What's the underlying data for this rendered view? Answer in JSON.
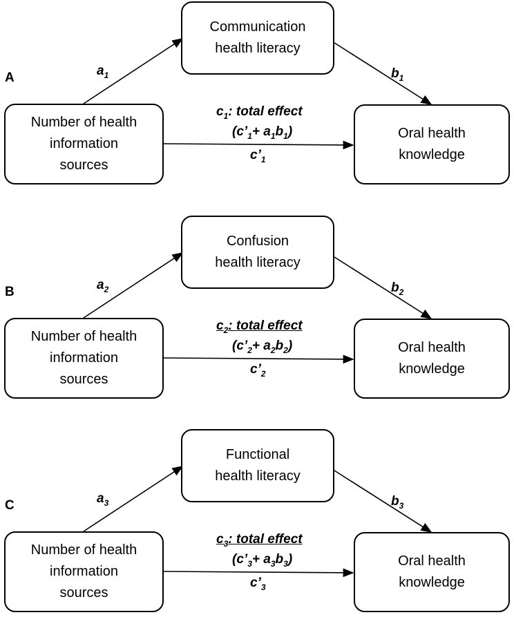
{
  "panels": [
    {
      "letter": "A",
      "mediator": "Communication\nhealth literacy",
      "source": "Number of health\ninformation\nsources",
      "outcome": "Oral health\nknowledge",
      "a_label": "a",
      "a_sub": "1",
      "b_label": "b",
      "b_sub": "1",
      "c_label": "c",
      "c_sub": "1",
      "c_text": ": total effect",
      "formula_cprime": "(c’",
      "formula_cprime_sub": "1",
      "formula_plus": "+ a",
      "formula_a_sub": "1",
      "formula_b": "b",
      "formula_b_sub": "1",
      "formula_close": ")",
      "cprime_label": "c’",
      "cprime_sub": "1"
    },
    {
      "letter": "B",
      "mediator": "Confusion\nhealth literacy",
      "source": "Number of health\ninformation\nsources",
      "outcome": "Oral health\nknowledge",
      "a_label": "a",
      "a_sub": "2",
      "b_label": "b",
      "b_sub": "2",
      "c_label": "c",
      "c_sub": "2",
      "c_text": ": total effect",
      "formula_cprime": "(c’",
      "formula_cprime_sub": "2",
      "formula_plus": "+ a",
      "formula_a_sub": "2",
      "formula_b": "b",
      "formula_b_sub": "2",
      "formula_close": ")",
      "cprime_label": "c’",
      "cprime_sub": "2"
    },
    {
      "letter": "C",
      "mediator": "Functional\nhealth literacy",
      "source": "Number of health\ninformation\nsources",
      "outcome": "Oral health\nknowledge",
      "a_label": "a",
      "a_sub": "3",
      "b_label": "b",
      "b_sub": "3",
      "c_label": "c",
      "c_sub": "3",
      "c_text": ": total effect",
      "formula_cprime": "(c’",
      "formula_cprime_sub": "3",
      "formula_plus": "+ a",
      "formula_a_sub": "3",
      "formula_b": "b",
      "formula_b_sub": "3",
      "formula_close": ")",
      "cprime_label": "c’",
      "cprime_sub": "3"
    }
  ]
}
